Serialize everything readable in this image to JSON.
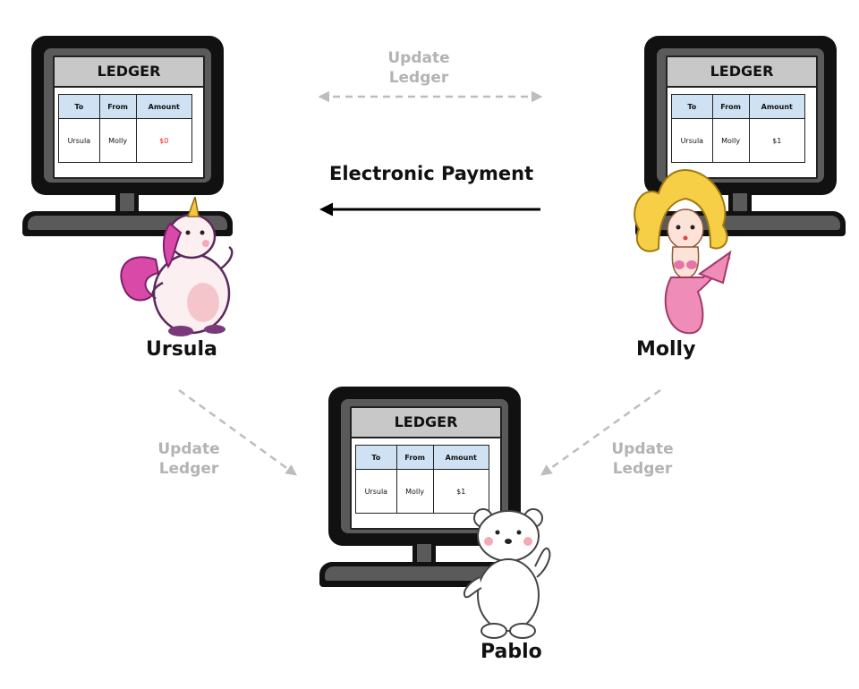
{
  "ledgers": {
    "ursula": {
      "title": "LEDGER",
      "columns": [
        "To",
        "From",
        "Amount"
      ],
      "row": {
        "to": "Ursula",
        "from": "Molly",
        "amount": "$0",
        "amount_color": "#e02020"
      }
    },
    "molly": {
      "title": "LEDGER",
      "columns": [
        "To",
        "From",
        "Amount"
      ],
      "row": {
        "to": "Ursula",
        "from": "Molly",
        "amount": "$1"
      }
    },
    "pablo": {
      "title": "LEDGER",
      "columns": [
        "To",
        "From",
        "Amount"
      ],
      "row": {
        "to": "Ursula",
        "from": "Molly",
        "amount": "$1"
      }
    }
  },
  "labels": {
    "update_top": [
      "Update",
      "Ledger"
    ],
    "update_left": [
      "Update",
      "Ledger"
    ],
    "update_right": [
      "Update",
      "Ledger"
    ],
    "payment": "Electronic Payment"
  },
  "characters": {
    "ursula": {
      "name": "Ursula",
      "icon": "unicorn-icon"
    },
    "molly": {
      "name": "Molly",
      "icon": "mermaid-icon"
    },
    "pablo": {
      "name": "Pablo",
      "icon": "polar-bear-icon"
    }
  },
  "colors": {
    "header_fill": "#cfe2f3",
    "title_fill": "#c8c8c8",
    "dashed_arrow": "#bdbdbd",
    "solid_arrow": "#000000"
  }
}
